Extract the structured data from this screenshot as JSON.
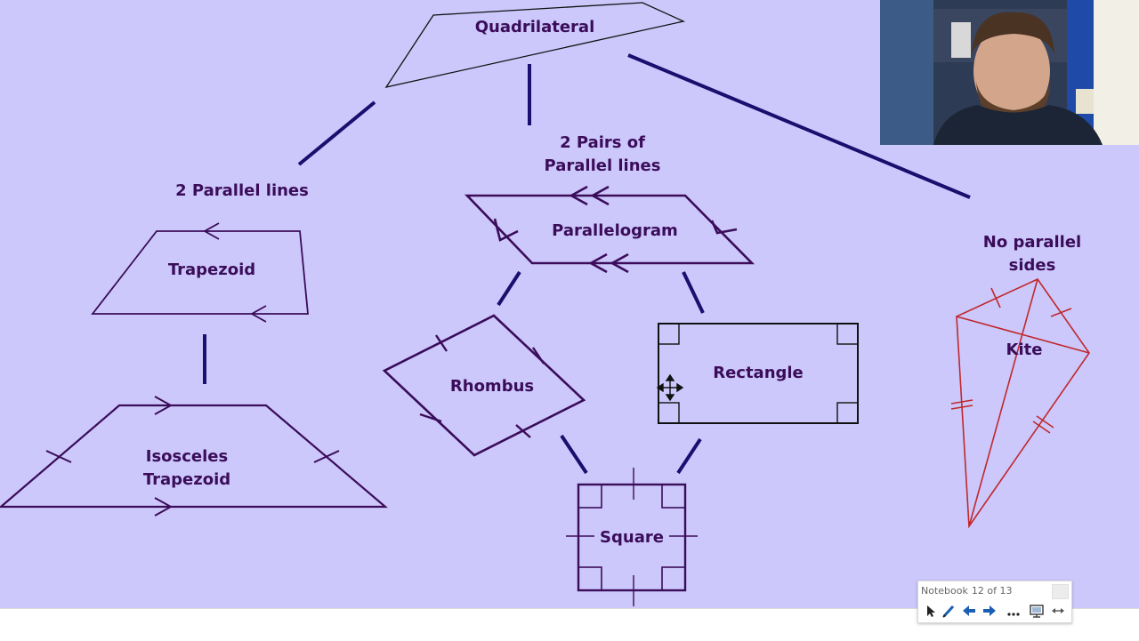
{
  "diagram": {
    "title": "Quadrilateral",
    "branches": {
      "two_parallel": "2 Parallel lines",
      "two_pairs_line1": "2 Pairs of",
      "two_pairs_line2": "Parallel lines",
      "no_parallel_line1": "No parallel",
      "no_parallel_line2": "sides"
    },
    "shapes": {
      "trapezoid": "Trapezoid",
      "isosceles_line1": "Isosceles",
      "isosceles_line2": "Trapezoid",
      "parallelogram": "Parallelogram",
      "rhombus": "Rhombus",
      "rectangle": "Rectangle",
      "square": "Square",
      "kite": "Kite"
    },
    "colors": {
      "background": "#ccc8fb",
      "connector": "#1a0e6e",
      "shape_outline": "#3a0c5a",
      "kite_outline": "#c0282e"
    }
  },
  "notebook_toolbar": {
    "app_name": "Notebook",
    "page_indicator": "12 of 13",
    "buttons": {
      "select": "select-arrow-icon",
      "pen": "pen-icon",
      "prev": "arrow-left-icon",
      "next": "arrow-right-icon",
      "more": "more-icon",
      "display": "display-icon",
      "expand": "expand-icon"
    }
  },
  "webcam": {
    "description_icon": "presenter-video"
  }
}
